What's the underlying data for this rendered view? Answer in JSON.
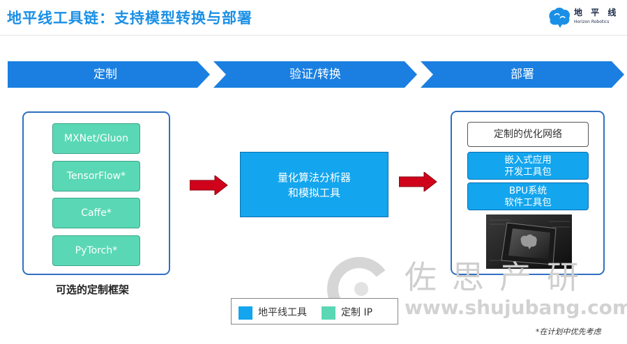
{
  "header": {
    "title": "地平线工具链：支持模型转换与部署",
    "logo_cn": "地 平 线",
    "logo_en": "Horizon Robotics"
  },
  "stages": [
    {
      "label": "定制"
    },
    {
      "label": "验证/转换"
    },
    {
      "label": "部署"
    }
  ],
  "frameworks": {
    "items": [
      "MXNet/Gluon",
      "TensorFlow*",
      "Caffe*",
      "PyTorch*"
    ],
    "caption": "可选的定制框架"
  },
  "center": {
    "line1": "量化算法分析器",
    "line2": "和模拟工具"
  },
  "deploy": {
    "optimized_network": "定制的优化网络",
    "embedded_line1": "嵌入式应用",
    "embedded_line2": "开发工具包",
    "bpu_line1": "BPU系统",
    "bpu_line2": "软件工具包"
  },
  "legend": {
    "items": [
      {
        "label": "地平线工具",
        "color": "#13a5ee"
      },
      {
        "label": "定制 IP",
        "color": "#5ad8b5"
      }
    ]
  },
  "footnote": "*在计划中优先考虑",
  "watermark": {
    "cn": "佐思产研",
    "url": "www.shujubang.com"
  },
  "colors": {
    "brand_blue": "#13a5ee",
    "chevron_blue": "#1a7fe0",
    "custom_green": "#5ad8b5",
    "arrow_red": "#d0021b",
    "frame_border": "#2f6fc2"
  },
  "icons": {
    "logo": "horizon-brain-icon",
    "arrows": "right-arrow-icon",
    "chip": "chip-image"
  }
}
